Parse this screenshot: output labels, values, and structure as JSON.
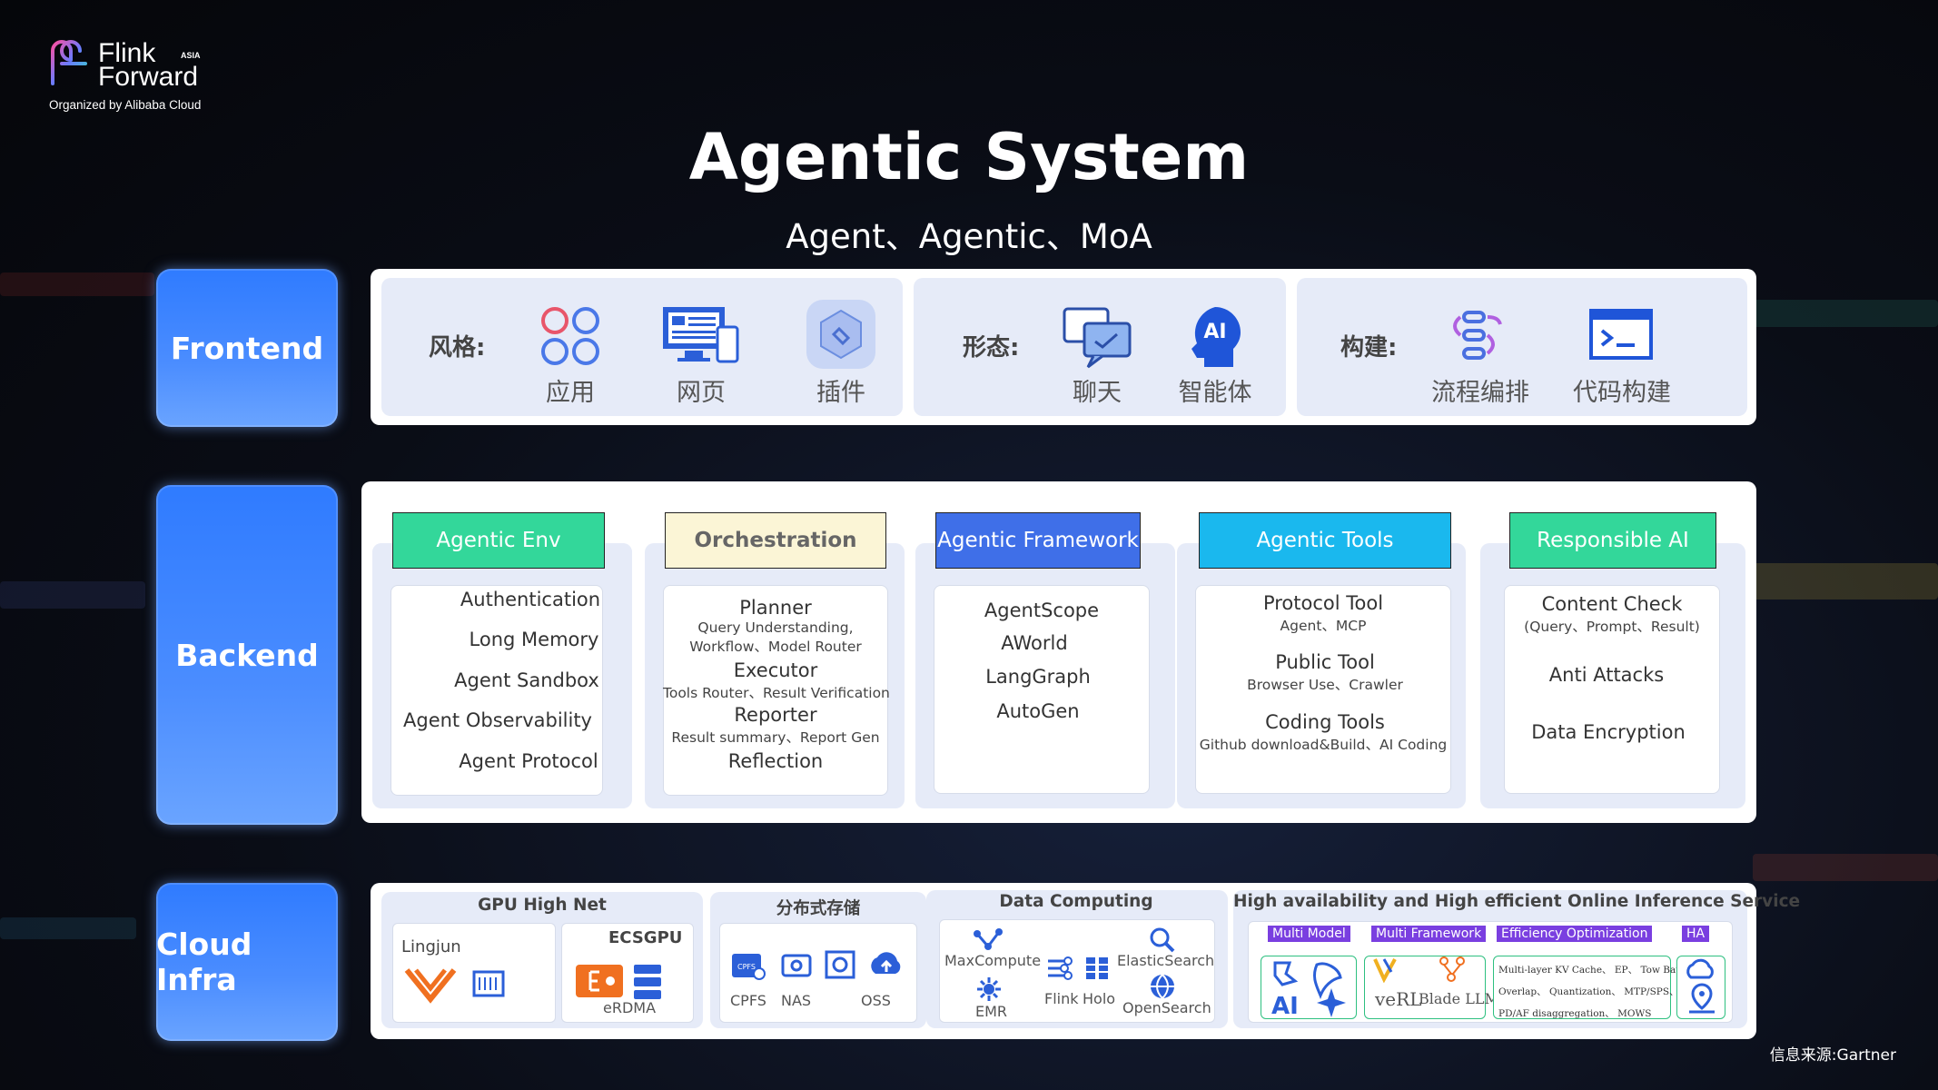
{
  "logo": {
    "line1": "Flink",
    "line2": "Forward",
    "region": "ASIA",
    "organizer": "Organized by Alibaba Cloud"
  },
  "title": "Agentic System",
  "subtitle": "Agent、Agentic、MoA",
  "source": "信息来源:Gartner",
  "layers": {
    "frontend": "Frontend",
    "backend": "Backend",
    "cloud_infra": "Cloud Infra"
  },
  "frontend": {
    "style": {
      "label": "风格:",
      "items": [
        {
          "icon": "app-grid-icon",
          "label": "应用"
        },
        {
          "icon": "webpage-icon",
          "label": "网页"
        },
        {
          "icon": "plugin-icon",
          "label": "插件"
        }
      ]
    },
    "form": {
      "label": "形态:",
      "items": [
        {
          "icon": "chat-icon",
          "label": "聊天"
        },
        {
          "icon": "ai-head-icon",
          "label": "智能体"
        }
      ]
    },
    "build": {
      "label": "构建:",
      "items": [
        {
          "icon": "workflow-icon",
          "label": "流程编排"
        },
        {
          "icon": "terminal-icon",
          "label": "代码构建"
        }
      ]
    }
  },
  "backend": {
    "columns": [
      {
        "title": "Agentic Env",
        "color": "#33d79a",
        "entries": [
          {
            "main": "Authentication"
          },
          {
            "main": "Long Memory"
          },
          {
            "main": "Agent Sandbox"
          },
          {
            "main": "Agent Observability"
          },
          {
            "main": "Agent Protocol"
          }
        ]
      },
      {
        "title": "Orchestration",
        "color": "#fbf5d6",
        "entries": [
          {
            "main": "Planner",
            "sub": "Query Understanding,",
            "sub2": "Workflow、Model Router"
          },
          {
            "main": "Executor",
            "sub": "Tools Router、Result Verification"
          },
          {
            "main": "Reporter",
            "sub": "Result summary、Report Gen"
          },
          {
            "main": "Reflection"
          }
        ]
      },
      {
        "title": "Agentic Framework",
        "color": "#3f6fe8",
        "entries": [
          {
            "main": "AgentScope"
          },
          {
            "main": "AWorld"
          },
          {
            "main": "LangGraph"
          },
          {
            "main": "AutoGen"
          }
        ]
      },
      {
        "title": "Agentic Tools",
        "color": "#1ab8ee",
        "entries": [
          {
            "main": "Protocol Tool",
            "sub": "Agent、MCP"
          },
          {
            "main": "Public Tool",
            "sub": "Browser Use、Crawler"
          },
          {
            "main": "Coding Tools",
            "sub": "Github download&Build、AI Coding"
          }
        ]
      },
      {
        "title": "Responsible AI",
        "color": "#33d79a",
        "entries": [
          {
            "main": "Content Check",
            "sub": "(Query、Prompt、Result)"
          },
          {
            "main": "Anti Attacks"
          },
          {
            "main": "Data Encryption"
          }
        ]
      }
    ]
  },
  "cloud_infra": {
    "gpu": {
      "title": "GPU High Net",
      "lingjun": "Lingjun",
      "ecsgpu": "ECSGPU",
      "erdma": "eRDMA"
    },
    "storage": {
      "title": "分布式存储",
      "items": [
        "CPFS",
        "NAS",
        "OSS"
      ],
      "cpfs_badge": "CPFS"
    },
    "compute": {
      "title": "Data Computing",
      "items": [
        "MaxCompute",
        "ElasticSearch",
        "Flink",
        "Holo",
        "EMR",
        "OpenSearch"
      ]
    },
    "inference": {
      "title": "High availability and High efficient Online Inference Service",
      "tags": [
        "Multi Model",
        "Multi Framework",
        "Efficiency Optimization",
        "HA"
      ],
      "frameworks": [
        "veRL",
        "Blade LLM"
      ],
      "ai_badge": "AI",
      "optimizations": [
        "Multi-layer KV Cache、 EP、 Tow Batch",
        "Overlap、 Quantization、 MTP/SPS、",
        "PD/AF disaggregation、 MOWS"
      ]
    }
  },
  "colors": {
    "accent_blue": "#2f7bff",
    "tag_purple": "#7a3fe0",
    "env_green": "#33d79a"
  }
}
